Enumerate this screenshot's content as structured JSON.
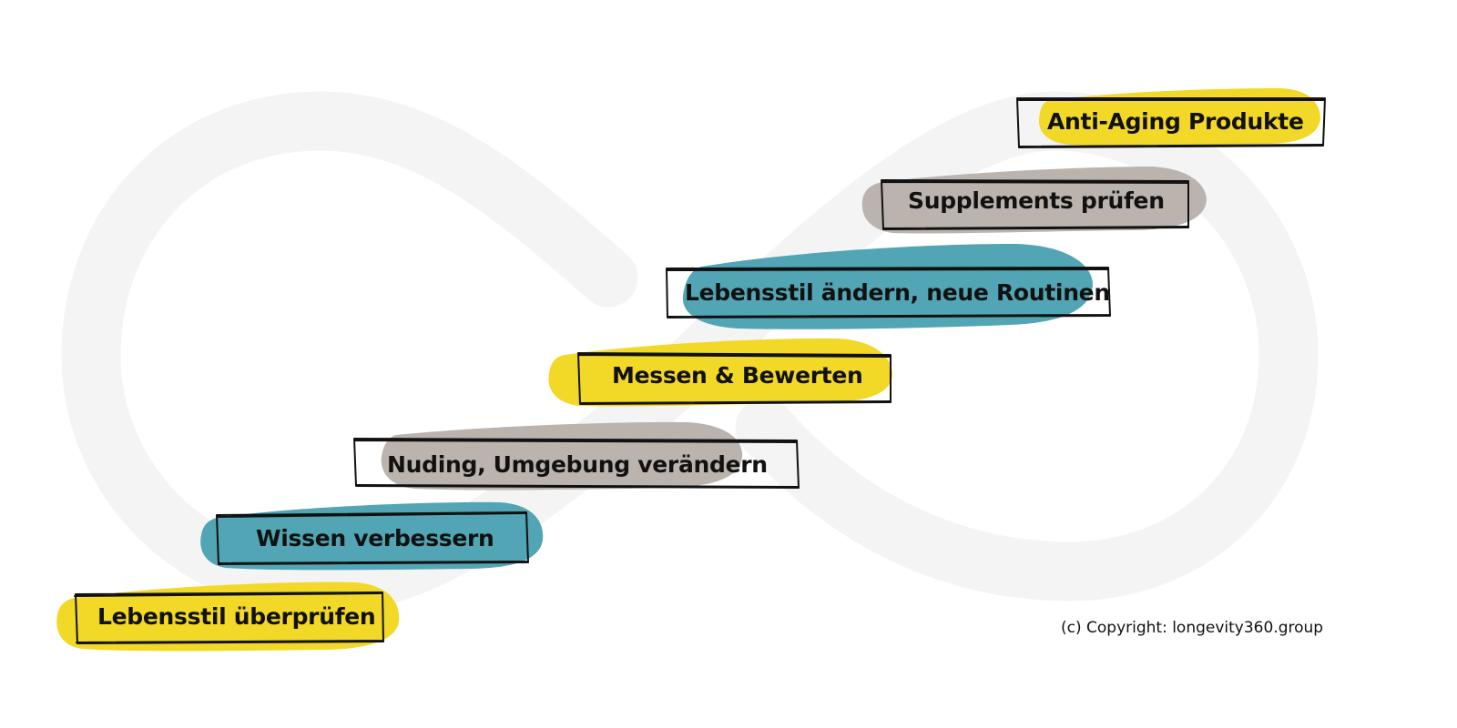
{
  "colors": {
    "yellow": "#f2d723",
    "teal": "#4fa3b3",
    "taupe": "#bab3ac",
    "infinity_gray": "#f4f4f4",
    "outline": "#111111"
  },
  "steps": [
    {
      "label": "Lebensstil überprüfen",
      "color": "yellow"
    },
    {
      "label": "Wissen verbessern",
      "color": "teal"
    },
    {
      "label": "Nuding, Umgebung verändern",
      "color": "taupe"
    },
    {
      "label": "Messen & Bewerten",
      "color": "yellow"
    },
    {
      "label": "Lebensstil ändern, neue Routinen",
      "color": "teal"
    },
    {
      "label": "Supplements prüfen",
      "color": "taupe"
    },
    {
      "label": "Anti-Aging Produkte",
      "color": "yellow"
    }
  ],
  "copyright": "(c) Copyright: longevity360.group"
}
